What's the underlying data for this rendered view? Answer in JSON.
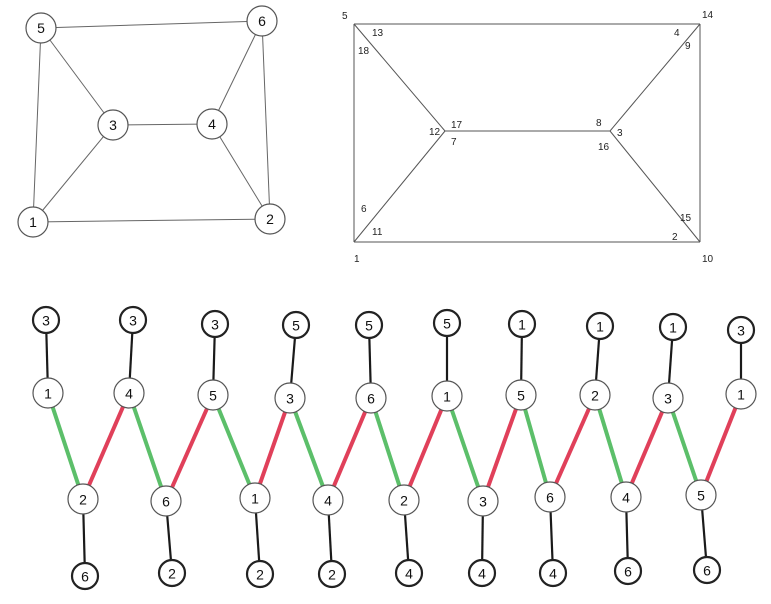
{
  "colors": {
    "green": "#5cbf6a",
    "red": "#e0405a",
    "black": "#1a1a1a"
  },
  "graph": {
    "nodes": [
      {
        "id": "5",
        "label": "5"
      },
      {
        "id": "6",
        "label": "6"
      },
      {
        "id": "3",
        "label": "3"
      },
      {
        "id": "4",
        "label": "4"
      },
      {
        "id": "1",
        "label": "1"
      },
      {
        "id": "2",
        "label": "2"
      }
    ],
    "edges": [
      [
        "5",
        "6"
      ],
      [
        "5",
        "3"
      ],
      [
        "5",
        "1"
      ],
      [
        "6",
        "4"
      ],
      [
        "6",
        "2"
      ],
      [
        "3",
        "4"
      ],
      [
        "3",
        "1"
      ],
      [
        "4",
        "2"
      ],
      [
        "1",
        "2"
      ]
    ]
  },
  "polygon": {
    "corner_labels": [
      "5",
      "13",
      "18",
      "14",
      "4",
      "9",
      "12",
      "17",
      "7",
      "8",
      "3",
      "16",
      "6",
      "11",
      "1",
      "15",
      "2",
      "10"
    ]
  },
  "zigzag": {
    "top_row": [
      "1",
      "4",
      "5",
      "3",
      "6",
      "1",
      "5",
      "2",
      "3",
      "1"
    ],
    "top_leaves": [
      "3",
      "3",
      "3",
      "5",
      "5",
      "5",
      "1",
      "1",
      "1",
      "3"
    ],
    "bottom_row": [
      "2",
      "6",
      "1",
      "4",
      "2",
      "3",
      "6",
      "4",
      "5"
    ],
    "bottom_leaves": [
      "6",
      "2",
      "2",
      "2",
      "4",
      "4",
      "4",
      "6",
      "6"
    ]
  }
}
